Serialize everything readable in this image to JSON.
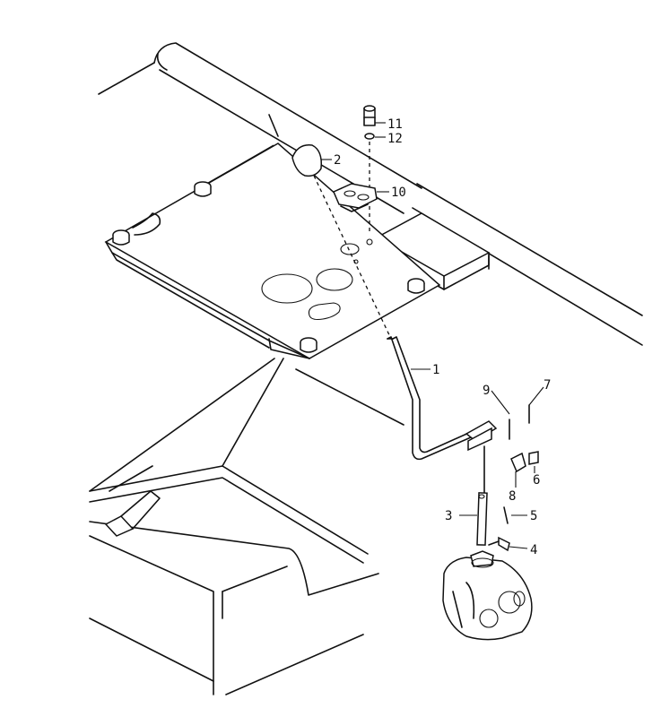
{
  "callouts": [
    {
      "id": "11",
      "text": "11"
    },
    {
      "id": "12",
      "text": "12"
    },
    {
      "id": "2",
      "text": "2"
    },
    {
      "id": "10",
      "text": "10"
    },
    {
      "id": "1",
      "text": "1"
    },
    {
      "id": "9",
      "text": "9"
    },
    {
      "id": "7",
      "text": "7"
    },
    {
      "id": "8",
      "text": "8"
    },
    {
      "id": "6",
      "text": "6"
    },
    {
      "id": "3",
      "text": "3"
    },
    {
      "id": "5",
      "text": "5"
    },
    {
      "id": "4",
      "text": "4"
    }
  ]
}
